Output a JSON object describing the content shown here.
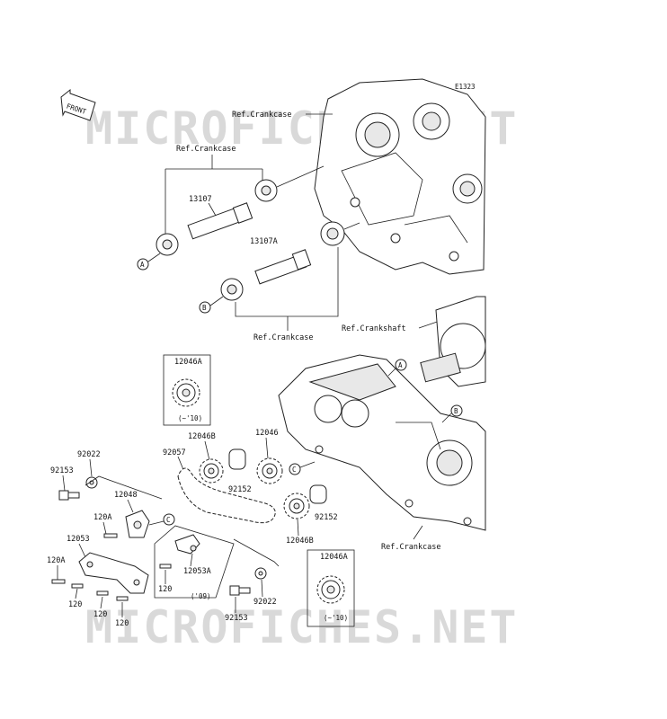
{
  "diagram_code": "E1323",
  "front_label": "FRONT",
  "watermark_text": "MICROFICHES.NET",
  "labels": {
    "ref_crankcase": "Ref.Crankcase",
    "ref_crankcase_2": "Ref.Crankcase",
    "ref_crankshaft": "Ref.Crankshaft",
    "part_13107": "13107",
    "part_13107A": "13107A",
    "part_12046A": "12046A",
    "part_12046A_2": "12046A",
    "year_10": "(~'10)",
    "year_10_2": "(~'10)",
    "part_12046B": "12046B",
    "part_12046B_2": "12046B",
    "part_12046": "12046",
    "part_92057": "92057",
    "part_92022": "92022",
    "part_92022_2": "92022",
    "part_92153": "92153",
    "part_92153_2": "92153",
    "part_12048": "12048",
    "part_120A": "120A",
    "part_120A_2": "120A",
    "part_12053": "12053",
    "part_12053A": "12053A",
    "part_120": "120",
    "part_120_2": "120",
    "part_120_3": "120",
    "part_120_4": "120",
    "year_09": "('09)",
    "part_92152": "92152",
    "part_92152_2": "92152",
    "ref_crankcase_3": "Ref.Crankcase",
    "ref_crankcase_4": "Ref.Crankcase"
  },
  "callouts": {
    "a1": "A",
    "a2": "A",
    "b1": "B",
    "b2": "B",
    "c1": "C",
    "c2": "C"
  },
  "colors": {
    "line": "#222222",
    "watermark": "#d9d9d9"
  }
}
